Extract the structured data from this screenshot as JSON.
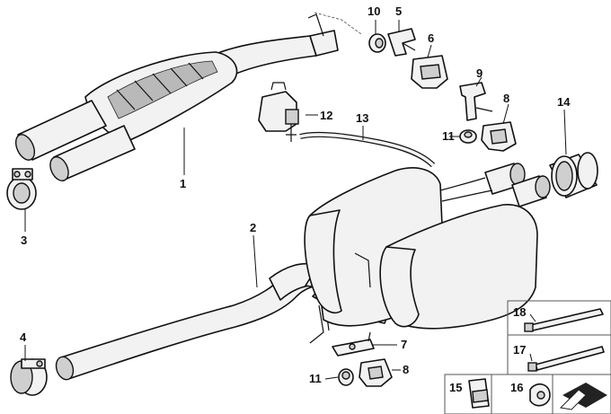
{
  "diagram": {
    "callouts": {
      "c1": "1",
      "c2": "2",
      "c3": "3",
      "c4": "4",
      "c5": "5",
      "c6": "6",
      "c7": "7",
      "c8a": "8",
      "c8b": "8",
      "c9": "9",
      "c10": "10",
      "c11a": "11",
      "c11b": "11",
      "c12": "12",
      "c13": "13",
      "c14": "14",
      "c15": "15",
      "c16": "16",
      "c17": "17",
      "c18": "18"
    }
  }
}
